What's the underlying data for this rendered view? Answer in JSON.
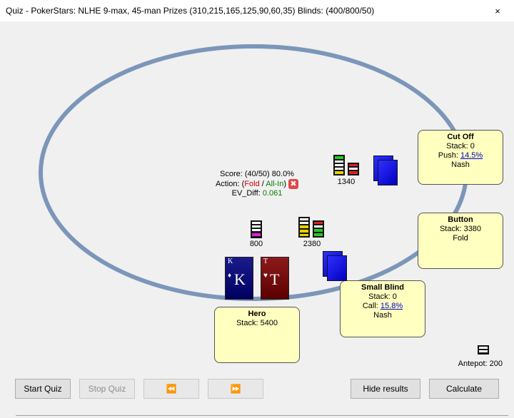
{
  "window": {
    "title": "Quiz - PokerStars: NLHE 9-max, 45-man Prizes (310,215,165,125,90,60,35) Blinds: (400/800/50)",
    "close_glyph": "×"
  },
  "info": {
    "score": "Score: (40/50) 80.0%",
    "action_prefix": "Action: (",
    "action_fold": "Fold",
    "action_sep": " / ",
    "action_allin": "All-In",
    "action_suffix": ")",
    "wrong_mark": "✖",
    "ev_label": "EV_Diff: ",
    "ev_value": "0.061"
  },
  "seats": {
    "cutoff": {
      "name": "Cut Off",
      "stack": "Stack: 0",
      "action_label": "Push: ",
      "action_link": "14.5%",
      "strategy": "Nash"
    },
    "button": {
      "name": "Button",
      "stack": "Stack: 3380",
      "action": "Fold"
    },
    "small_blind": {
      "name": "Small Blind",
      "stack": "Stack: 0",
      "action_label": "Call: ",
      "action_link": "15.8%",
      "strategy": "Nash"
    },
    "hero": {
      "name": "Hero",
      "stack": "Stack: 5400"
    }
  },
  "bets": {
    "cutoff": "1340",
    "hero": "800",
    "small_blind": "2380"
  },
  "hero_cards": [
    {
      "rank": "K",
      "suit": "♦",
      "color": "spade"
    },
    {
      "rank": "T",
      "suit": "♥",
      "color": "heart"
    }
  ],
  "antepot": "Antepot: 200",
  "buttons": {
    "start_quiz": "Start Quiz",
    "stop_quiz": "Stop Quiz",
    "prev": "⏪",
    "next": "⏩",
    "hide_results": "Hide results",
    "calculate": "Calculate"
  },
  "colors": {
    "table_rim": "#7b96b8",
    "seat_bg": "#ffffc0",
    "card_back": "#0000c0",
    "fold": "#d00000",
    "allin": "#008000"
  }
}
